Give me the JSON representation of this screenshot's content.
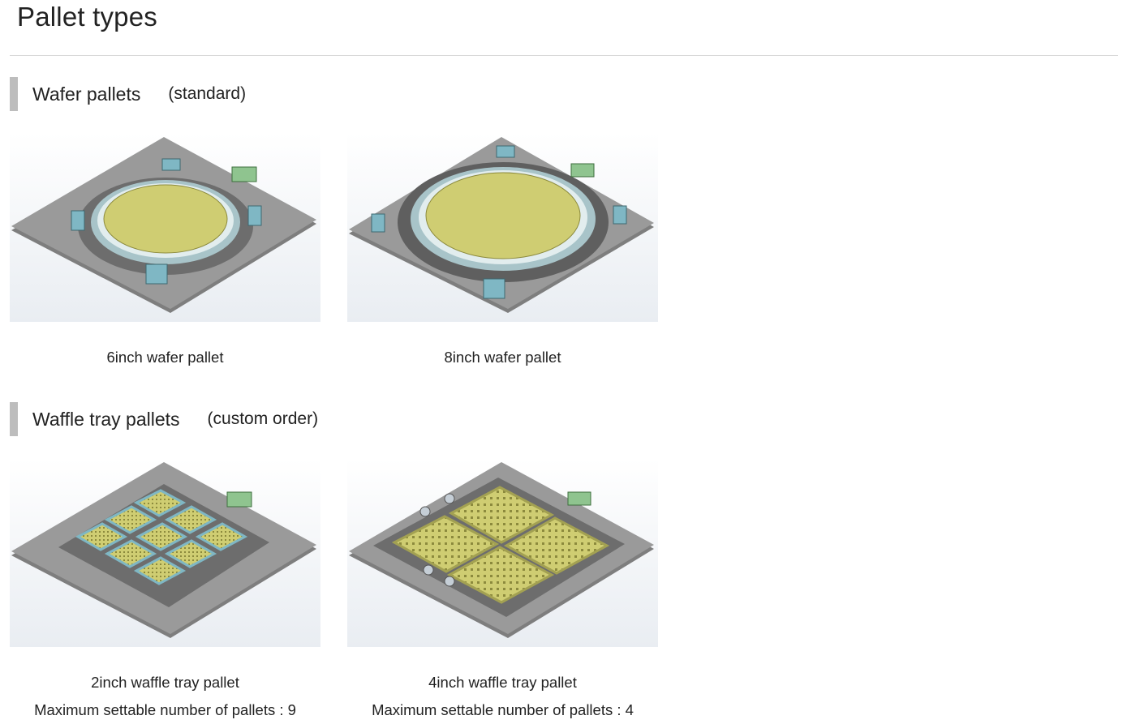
{
  "page": {
    "title": "Pallet types"
  },
  "sections": [
    {
      "name": "Wafer pallets",
      "note": "(standard)",
      "items": [
        {
          "caption": "6inch wafer pallet",
          "image": "6inch-wafer-pallet-render"
        },
        {
          "caption": "8inch wafer pallet",
          "image": "8inch-wafer-pallet-render"
        }
      ]
    },
    {
      "name": "Waffle tray pallets",
      "note": "(custom order)",
      "items": [
        {
          "caption": "2inch waffle tray pallet",
          "detail": "Maximum settable number of pallets : 9",
          "image": "2inch-waffle-tray-pallet-render"
        },
        {
          "caption": "4inch waffle tray pallet",
          "detail": "Maximum settable number of pallets : 4",
          "image": "4inch-waffle-tray-pallet-render"
        }
      ]
    }
  ],
  "colors": {
    "section_bar": "#bdbdbd",
    "plate": "#8c8c8c",
    "wafer": "#cfcd72",
    "clamp": "#7fb7c4",
    "handle": "#8fc48f"
  }
}
